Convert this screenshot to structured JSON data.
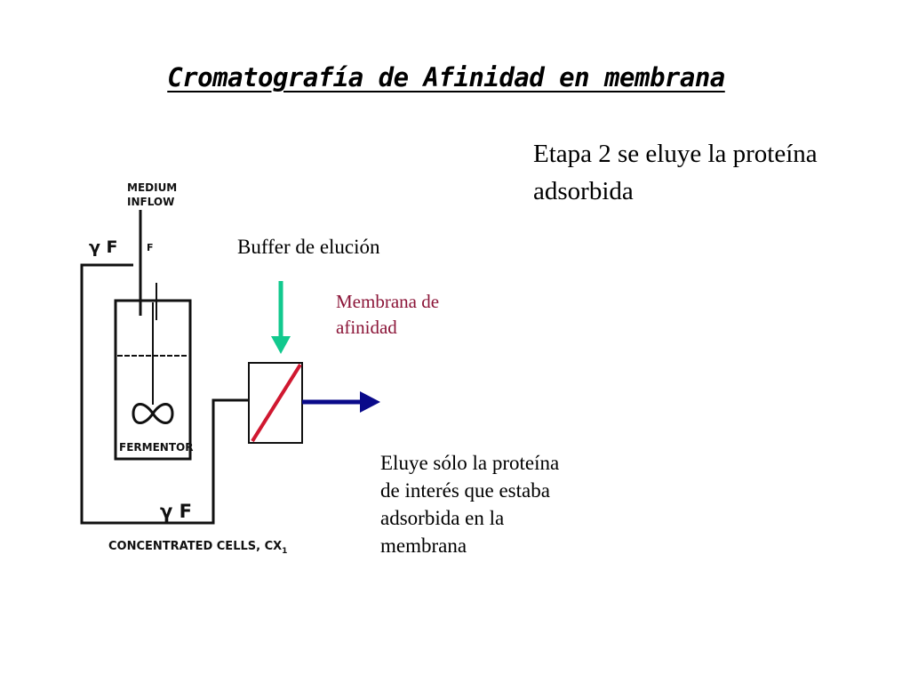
{
  "slide": {
    "title": "Cromatografía de Afinidad en membrana",
    "stage_text": "Etapa 2 se eluye la proteína adsorbida",
    "buffer_label": "Buffer de elución",
    "membrane_label_line1": "Membrana de",
    "membrane_label_line2": "afinidad",
    "result_lines": [
      "Eluye sólo la proteína",
      "de interés que estaba",
      "adsorbida en la",
      "membrana"
    ]
  },
  "sketch": {
    "medium_line1": "MEDIUM",
    "medium_line2": "INFLOW",
    "flow_top": "γ F",
    "flow_f_small": "F",
    "fermentor_label": "FERMENTOR",
    "flow_bottom": "γ F",
    "concentrated_label": "CONCENTRATED  CELLS,  CX",
    "concentrated_sub": "1"
  },
  "colors": {
    "buffer_arrow": "#12c98e",
    "outlet_arrow": "#0a0a8a",
    "membrane_line": "#d01830",
    "membrane_label": "#8b1538"
  }
}
